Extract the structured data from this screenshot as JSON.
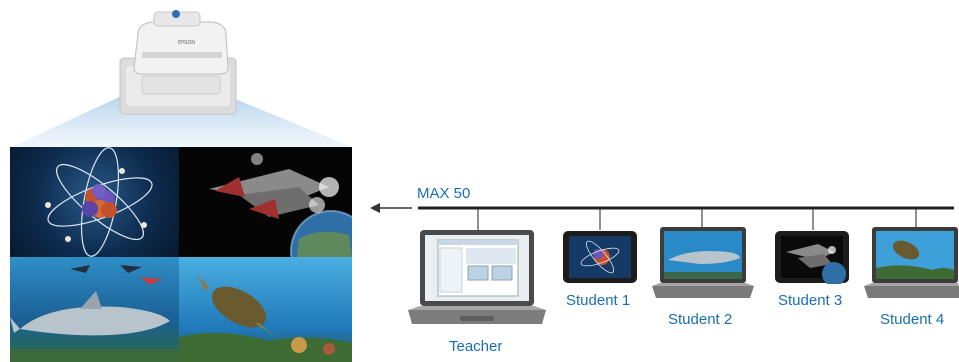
{
  "network": {
    "max_label": "MAX 50"
  },
  "devices": [
    {
      "id": "teacher",
      "label": "Teacher"
    },
    {
      "id": "student-1",
      "label": "Student 1"
    },
    {
      "id": "student-2",
      "label": "Student 2"
    },
    {
      "id": "student-3",
      "label": "Student 3"
    },
    {
      "id": "student-4",
      "label": "Student 4"
    }
  ],
  "projector": {
    "brand": "EPSON"
  },
  "projected_images": [
    "atom",
    "spaceship-over-earth",
    "shark",
    "sea-turtle"
  ],
  "colors": {
    "label_blue": "#1a6fb4",
    "bus_line": "#222222",
    "beam": "#cfe3f4"
  }
}
